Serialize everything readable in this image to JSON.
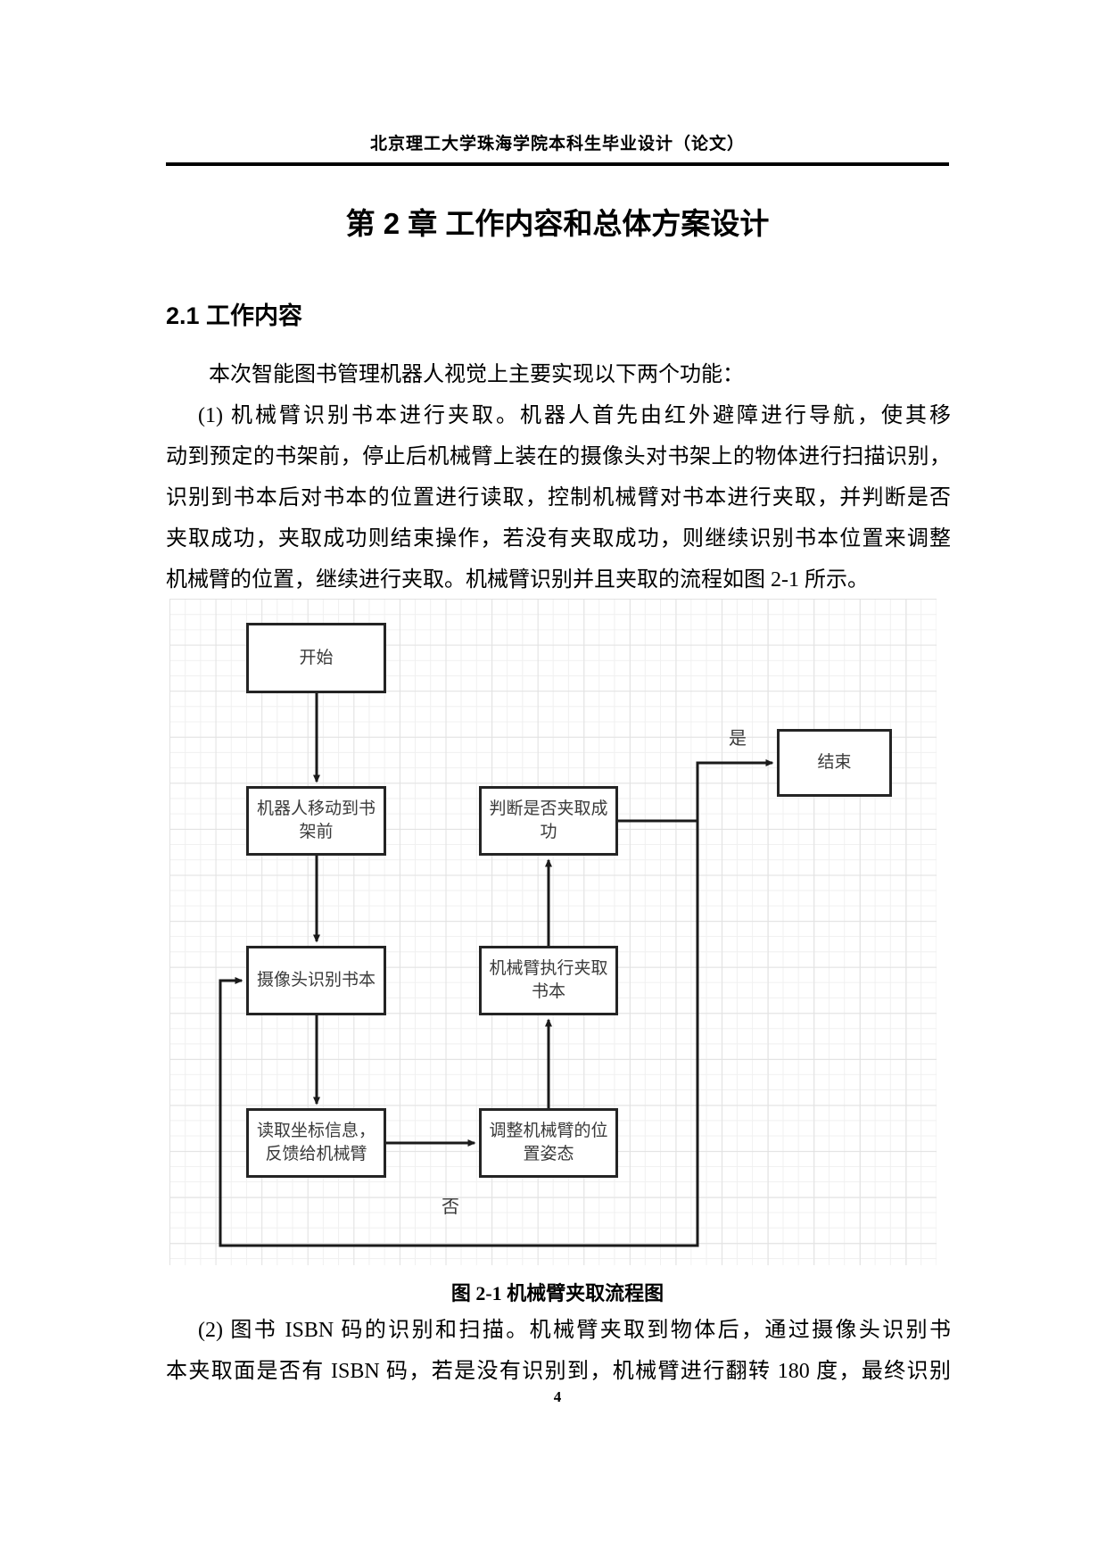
{
  "page": {
    "header_title": "北京理工大学珠海学院本科生毕业设计（论文）",
    "chapter_title": "第 2 章 工作内容和总体方案设计",
    "section_heading": "2.1 工作内容",
    "intro_line": "本次智能图书管理机器人视觉上主要实现以下两个功能：",
    "item1_lines": [
      "(1) 机械臂识别书本进行夹取。机器人首先由红外避障进行导航，使其移",
      "动到预定的书架前，停止后机械臂上装在的摄像头对书架上的物体进行扫描识别，",
      "识别到书本后对书本的位置进行读取，控制机械臂对书本进行夹取，并判断是否",
      "夹取成功，夹取成功则结束操作，若没有夹取成功，则继续识别书本位置来调整",
      "机械臂的位置，继续进行夹取。机械臂识别并且夹取的流程如图 2-1 所示。"
    ],
    "figure_caption": "图 2-1 机械臂夹取流程图",
    "item2_lines": [
      "(2) 图书 ISBN 码的识别和扫描。机械臂夹取到物体后，通过摄像头识别书",
      "本夹取面是否有 ISBN 码，若是没有识别到，机械臂进行翻转 180 度，最终识别"
    ],
    "page_number": "4"
  },
  "flowchart": {
    "nodes": {
      "start": "开始",
      "move_to_shelf": "机器人移动到书架前",
      "camera_identify": "摄像头识别书本",
      "read_coordinates": "读取坐标信息，反馈给机械臂",
      "adjust_arm": "调整机械臂的位置姿态",
      "execute_grab": "机械臂执行夹取书本",
      "judge_success": "判断是否夹取成功",
      "end": "结束"
    },
    "edge_labels": {
      "yes": "是",
      "no": "否"
    },
    "colors": {
      "box_border": "#242424",
      "arrow": "#1a1a1a",
      "grid_minor": "#f0f0f0",
      "grid_major": "#e2e2e2"
    }
  }
}
